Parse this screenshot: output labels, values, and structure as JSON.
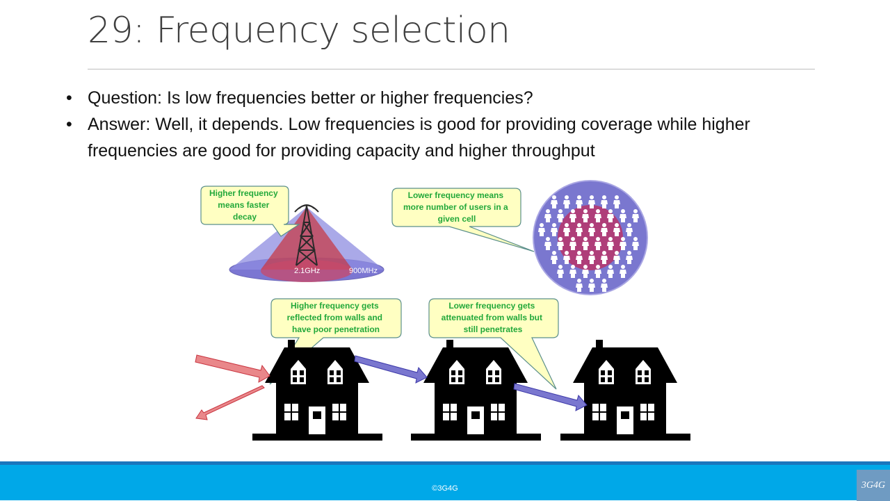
{
  "slide": {
    "title": "29: Frequency selection",
    "bullets": [
      {
        "marker": "•",
        "text": "Question: Is low frequencies better or higher frequencies?"
      },
      {
        "marker": "•",
        "text": "Answer: Well, it depends. Low frequencies is good for providing coverage while higher frequencies are good for providing capacity and higher throughput"
      }
    ]
  },
  "diagram": {
    "callouts": {
      "decay": [
        "Higher frequency",
        "means faster",
        "decay"
      ],
      "users": [
        "Lower frequency means",
        "more number of users in a",
        "given cell"
      ],
      "reflect": [
        "Higher frequency gets",
        "reflected from walls and",
        "have poor penetration"
      ],
      "penetrate": [
        "Lower frequency gets",
        "attenuated from walls but",
        "still penetrates"
      ]
    },
    "labels": {
      "high_freq": "2.1GHz",
      "low_freq": "900MHz"
    },
    "colors": {
      "callout_fill": "#ffffc2",
      "callout_text": "#22a83a",
      "high_freq_beam": "#c8343f",
      "low_freq_beam": "#6a64c8",
      "house": "#000000"
    }
  },
  "footer": {
    "copyright": "©3G4G",
    "logo": "3G4G"
  }
}
